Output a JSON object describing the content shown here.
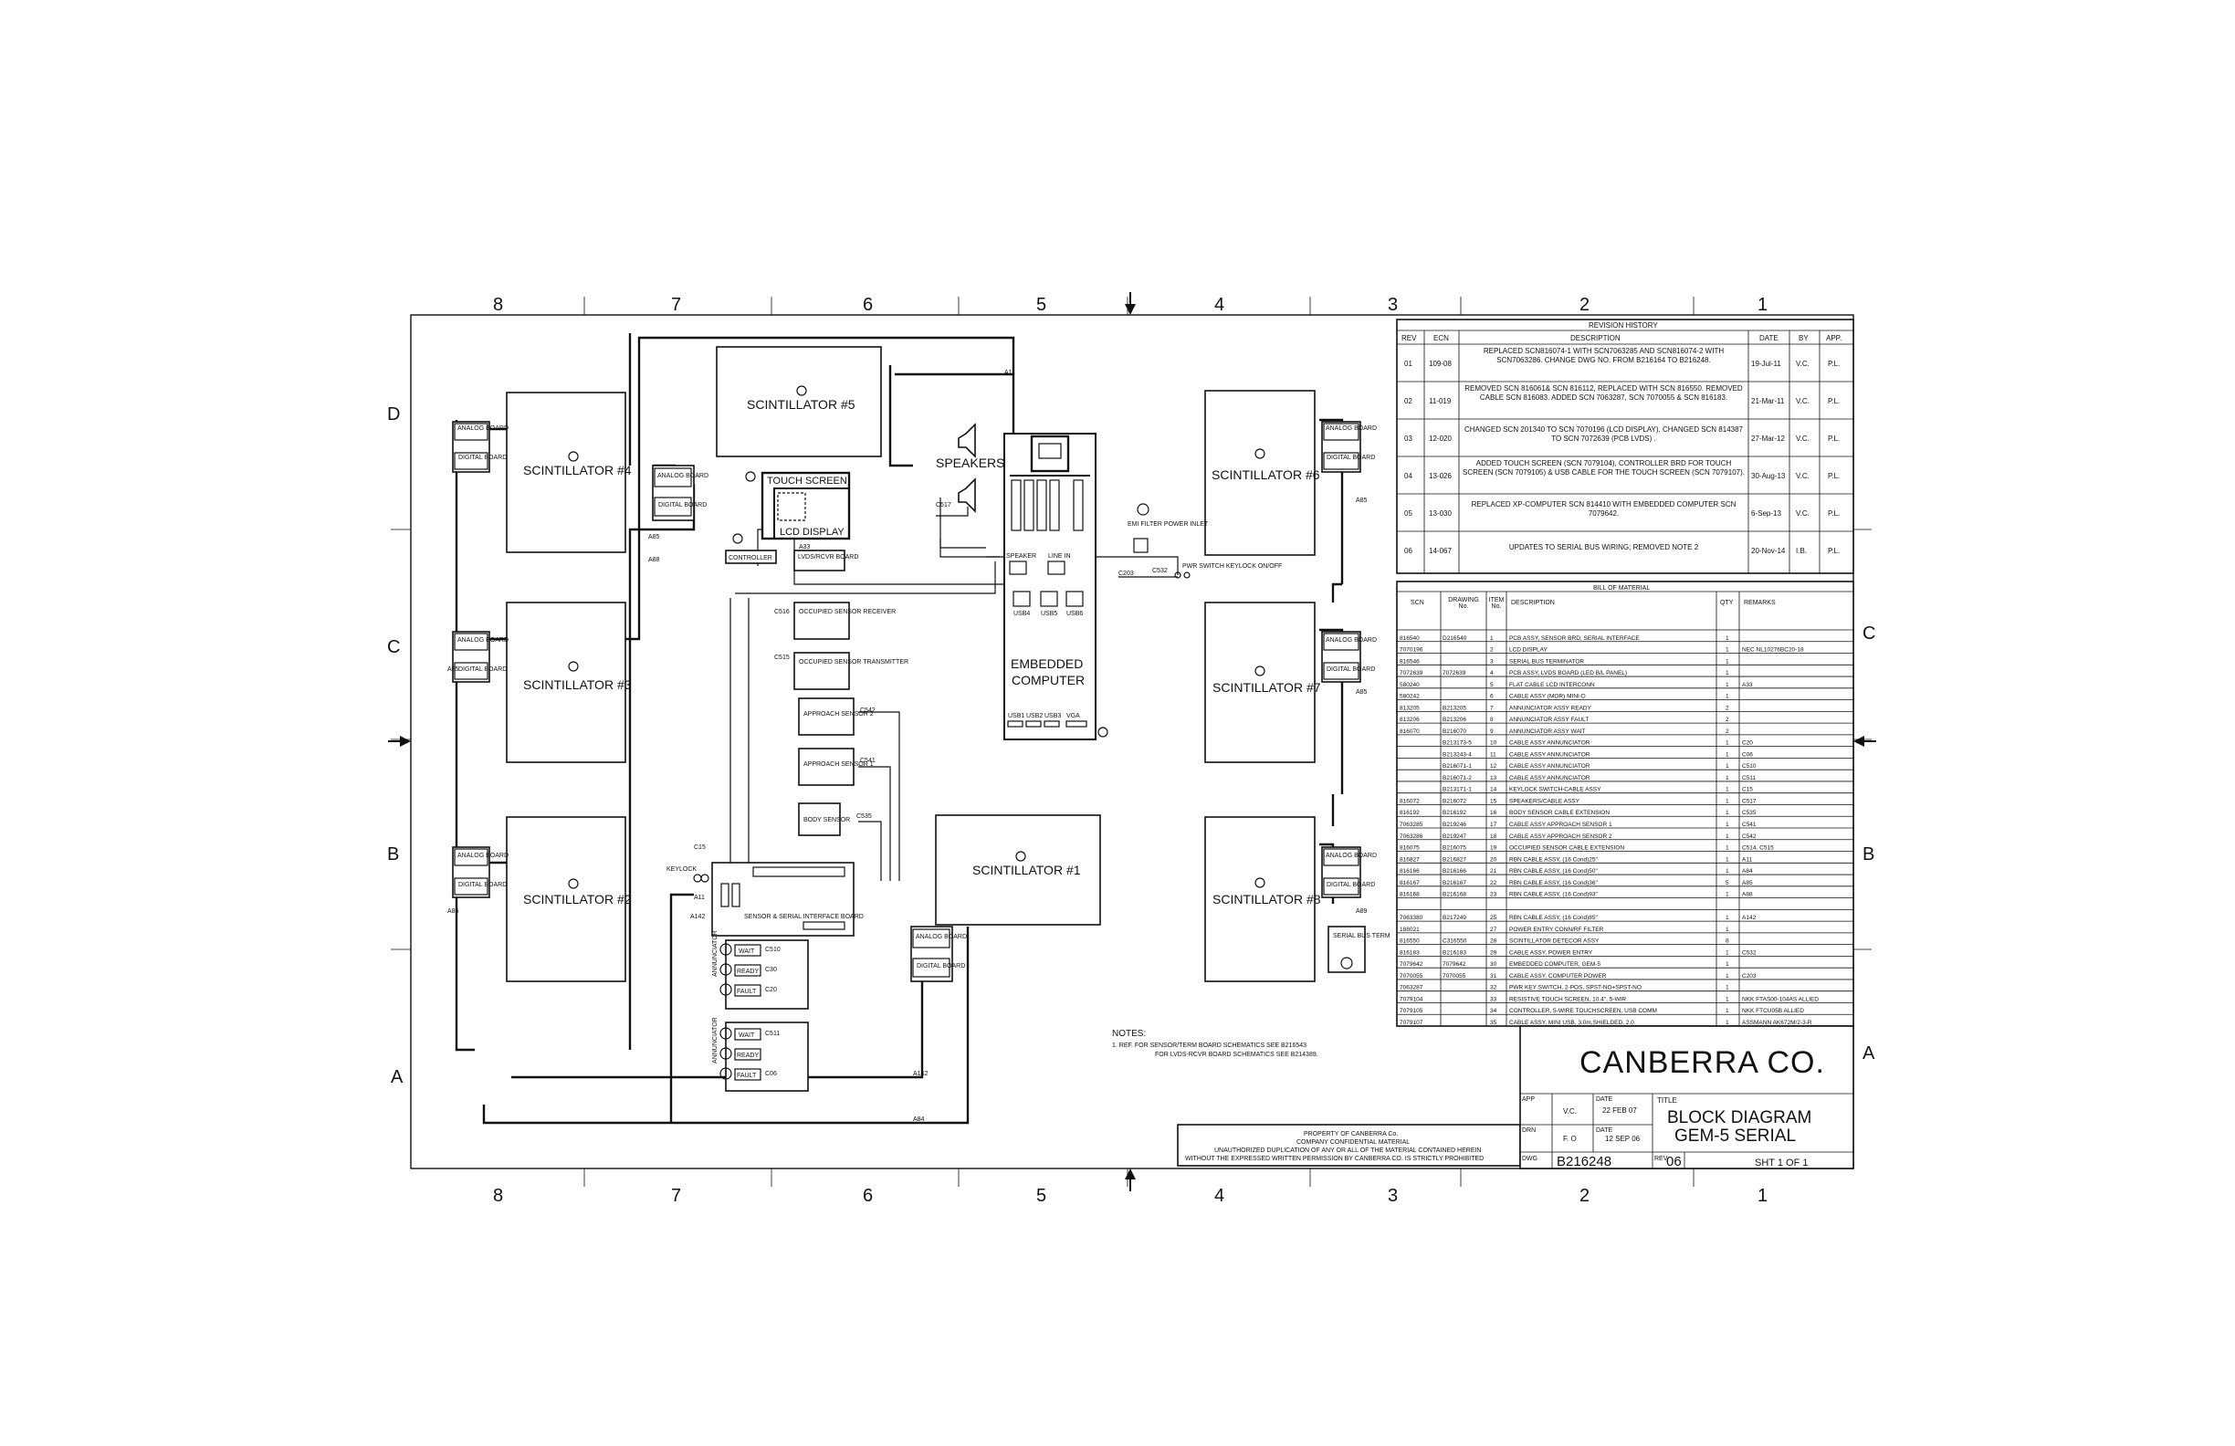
{
  "zones": {
    "cols": [
      "8",
      "7",
      "6",
      "5",
      "4",
      "3",
      "2",
      "1"
    ],
    "rows": [
      "D",
      "C",
      "B",
      "A"
    ]
  },
  "blocks": {
    "scint1": "SCINTILLATOR #1",
    "scint2": "SCINTILLATOR #2",
    "scint3": "SCINTILLATOR #3",
    "scint4": "SCINTILLATOR #4",
    "scint5": "SCINTILLATOR #5",
    "scint6": "SCINTILLATOR #6",
    "scint7": "SCINTILLATOR #7",
    "scint8": "SCINTILLATOR #8",
    "analog_board": "ANALOG BOARD",
    "digital_board": "DIGITAL BOARD",
    "touch_screen": "TOUCH SCREEN",
    "lcd_display": "LCD DISPLAY",
    "controller": "CONTROLLER",
    "lvds_board": "LVDS/RCVR BOARD",
    "speakers": "SPEAKERS",
    "embedded_computer_1": "EMBEDDED",
    "embedded_computer_2": "COMPUTER",
    "speaker_port": "SPEAKER",
    "line_in": "LINE IN",
    "usb_ports": [
      "USB4",
      "USB5",
      "USB6"
    ],
    "usb_bottom": [
      "USB1",
      "USB2",
      "USB3",
      "VGA"
    ],
    "emi_filter": "EMI FILTER POWER INLET",
    "pwr_switch": "PWR SWITCH KEYLOCK ON/OFF",
    "occ_rx": "OCCUPIED SENSOR RECEIVER",
    "occ_tx": "OCCUPIED SENSOR TRANSMITTER",
    "approach2": "APPROACH SENSOR 2",
    "approach1": "APPROACH SENSOR 1",
    "body_sensor": "BODY SENSOR",
    "keylock": "KEYLOCK",
    "sensor_board": "SENSOR & SERIAL INTERFACE BOARD",
    "serial_term": "SERIAL BUS TERM",
    "wait": "WAIT",
    "ready": "READY",
    "fault": "FAULT",
    "annunciator": "ANNUNCIATOR"
  },
  "tags": {
    "a11": "A11",
    "a33": "A33",
    "a142": "A142",
    "a84": "A84",
    "a85": "A85",
    "a86": "A86",
    "a88": "A88",
    "a89": "A89",
    "c517": "C517",
    "c15": "C15",
    "c516": "C516",
    "c515": "C515",
    "c542": "C542",
    "c541": "C541",
    "c535": "C535",
    "c532": "C532",
    "c203": "C203",
    "c510": "C510",
    "c30": "C30",
    "c20": "C20",
    "c511": "C511",
    "c06": "C06"
  },
  "revision": {
    "title": "REVISION HISTORY",
    "headers": [
      "REV",
      "ECN",
      "DESCRIPTION",
      "DATE",
      "BY",
      "APP."
    ],
    "rows": [
      {
        "rev": "01",
        "ecn": "109-08",
        "desc": "REPLACED SCN816074-1 WITH SCN7063285 AND SCN816074-2 WITH SCN7063286. CHANGE DWG NO. FROM B216164 TO B216248.",
        "date": "19-Jul-11",
        "by": "V.C.",
        "app": "P.L."
      },
      {
        "rev": "02",
        "ecn": "11-019",
        "desc": "REMOVED SCN 816061& SCN 816112, REPLACED WITH SCN 816550. REMOVED CABLE SCN 816083. ADDED SCN 7063287, SCN 7070055 & SCN 816183.",
        "date": "21-Mar-11",
        "by": "V.C.",
        "app": "P.L."
      },
      {
        "rev": "03",
        "ecn": "12-020",
        "desc": "CHANGED SCN 201340 TO SCN 7070196 (LCD DISPLAY). CHANGED SCN 814387 TO SCN 7072639 (PCB LVDS) .",
        "date": "27-Mar-12",
        "by": "V.C.",
        "app": "P.L."
      },
      {
        "rev": "04",
        "ecn": "13-026",
        "desc": "ADDED TOUCH SCREEN (SCN 7079104), CONTROLLER BRD FOR TOUCH SCREEN (SCN 7079105) & USB CABLE FOR THE TOUCH SCREEN (SCN 7079107).",
        "date": "30-Aug-13",
        "by": "V.C.",
        "app": "P.L."
      },
      {
        "rev": "05",
        "ecn": "13-030",
        "desc": "REPLACED XP-COMPUTER SCN 814410 WITH EMBEDDED COMPUTER SCN 7079642.",
        "date": "6-Sep-13",
        "by": "V.C.",
        "app": "P.L."
      },
      {
        "rev": "06",
        "ecn": "14-067",
        "desc": "UPDATES TO SERIAL BUS WIRING; REMOVED NOTE 2",
        "date": "20-Nov-14",
        "by": "I.B.",
        "app": "P.L."
      }
    ]
  },
  "bom": {
    "title": "BILL OF MATERIAL",
    "headers": [
      "SCN",
      "DRAWING No.",
      "ITEM No.",
      "DESCRIPTION",
      "QTY",
      "REMARKS"
    ],
    "rows": [
      [
        "816540",
        "D216540",
        "1",
        "PCB ASSY, SENSOR BRD, SERIAL INTERFACE",
        "1",
        ""
      ],
      [
        "7070196",
        "",
        "2",
        "LCD DISPLAY",
        "1",
        "NEC NL10276BC20-18"
      ],
      [
        "816546",
        "",
        "3",
        "SERIAL BUS TERMINATOR",
        "1",
        ""
      ],
      [
        "7072639",
        "7072639",
        "4",
        "PCB ASSY, LVDS BOARD (LED B/L PANEL)",
        "1",
        ""
      ],
      [
        "580240",
        "",
        "5",
        "FLAT CABLE LCD INTERCONN",
        "1",
        "A33"
      ],
      [
        "580242",
        "",
        "6",
        "CABLE ASSY (MOR) MINI-D",
        "1",
        ""
      ],
      [
        "813205",
        "B213205",
        "7",
        "ANNUNCIATOR ASSY READY",
        "2",
        ""
      ],
      [
        "813206",
        "B213206",
        "8",
        "ANNUNCIATOR ASSY FAULT",
        "2",
        ""
      ],
      [
        "816070",
        "B216070",
        "9",
        "ANNUNCIATOR ASSY WAIT",
        "2",
        ""
      ],
      [
        "",
        "B213173-5",
        "10",
        "CABLE ASSY ANNUNCIATOR",
        "1",
        "C20"
      ],
      [
        "",
        "B213243-4",
        "11",
        "CABLE ASSY ANNUNCIATOR",
        "1",
        "C06"
      ],
      [
        "",
        "B216071-1",
        "12",
        "CABLE ASSY ANNUNCIATOR",
        "1",
        "C510"
      ],
      [
        "",
        "B216071-2",
        "13",
        "CABLE ASSY ANNUNCIATOR",
        "1",
        "C511"
      ],
      [
        "",
        "B213171-1",
        "14",
        "KEYLOCK SWITCH-CABLE ASSY",
        "1",
        "C15"
      ],
      [
        "816072",
        "B216072",
        "15",
        "SPEAKERS/CABLE ASSY",
        "1",
        "C517"
      ],
      [
        "816192",
        "B216192",
        "16",
        "BODY SENSOR CABLE EXTENSION",
        "1",
        "C535"
      ],
      [
        "7063285",
        "B219246",
        "17",
        "CABLE ASSY APPROACH SENSOR 1",
        "1",
        "C541"
      ],
      [
        "7063286",
        "B219247",
        "18",
        "CABLE ASSY APPROACH SENSOR 2",
        "1",
        "C542"
      ],
      [
        "816075",
        "B216075",
        "19",
        "OCCUPIED SENSOR CABLE EXTENSION",
        "1",
        "C514, C515"
      ],
      [
        "816827",
        "B216827",
        "20",
        "RBN CABLE ASSY, (16 Cond)25\"",
        "1",
        "A11"
      ],
      [
        "816166",
        "B216166",
        "21",
        "RBN CABLE ASSY, (16 Cond)50\"",
        "1",
        "A84"
      ],
      [
        "816167",
        "B216167",
        "22",
        "RBN CABLE ASSY, (16 Cond)36\"",
        "5",
        "A85"
      ],
      [
        "816168",
        "B216168",
        "23",
        "RBN CABLE ASSY, (16 Cond)93\"",
        "1",
        "A88"
      ],
      [
        "",
        "",
        "",
        "",
        "",
        ""
      ],
      [
        "7063380",
        "B217249",
        "25",
        "RBN CABLE ASSY, (16 Cond)85\"",
        "1",
        "A142"
      ],
      [
        "188021",
        "",
        "27",
        "POWER ENTRY CONN/RF FILTER",
        "1",
        ""
      ],
      [
        "816550",
        "C316550",
        "28",
        "SCINTILLATOR DETECOR ASSY",
        "8",
        ""
      ],
      [
        "816183",
        "B216183",
        "29",
        "CABLE ASSY, POWER ENTRY",
        "1",
        "C532"
      ],
      [
        "7079642",
        "7079642",
        "30",
        "EMBEDDED COMPUTER, GEM-5",
        "1",
        ""
      ],
      [
        "7070055",
        "7070055",
        "31",
        "CABLE ASSY, COMPUTER POWER",
        "1",
        "C203"
      ],
      [
        "7063287",
        "",
        "32",
        "PWR KEY SWITCH, 2-POS, SPST-NO+SPST-NO",
        "1",
        ""
      ],
      [
        "7079104",
        "",
        "33",
        "RESISTIVE TOUCH SCREEN, 10.4\", 5-WIR",
        "1",
        "NKK FTAS00-104AS ALLIED"
      ],
      [
        "7079105",
        "",
        "34",
        "CONTROLLER, 5-WIRE TOUCHSCREEN, USB COMM",
        "1",
        "NKK FTCU05B ALLIED"
      ],
      [
        "7079107",
        "",
        "35",
        "CABLE ASSY, MINI USB, 3.0m,SHIELDED, 2.0",
        "1",
        "ASSMANN AK672M/2-3-R"
      ]
    ]
  },
  "notes": {
    "title": "NOTES:",
    "line1": "1.    REF. FOR SENSOR/TERM BOARD SCHEMATICS SEE B216543",
    "line2": "FOR LVDS-RCVR BOARD SCHEMATICS SEE B214389."
  },
  "property": {
    "l1": "PROPERTY OF CANBERRA Co.",
    "l2": "COMPANY CONFIDENTIAL MATERIAL",
    "l3": "UNAUTHORIZED DUPLICATION OF ANY OR ALL OF THE MATERIAL CONTAINED HEREIN",
    "l4": "WITHOUT THE EXPRESSED WRITTEN PERMISSION BY CANBERRA CO. IS STRICTLY PROHIBITED"
  },
  "title_block": {
    "company": "CANBERRA CO.",
    "app_label": "APP",
    "app_val": "V.C.",
    "drn_label": "DRN",
    "drn_val": "F. O",
    "date_label": "DATE",
    "date1": "22 FEB 07",
    "date2": "12 SEP 06",
    "title_label": "TITLE",
    "title1": "BLOCK DIAGRAM",
    "title2": "GEM-5 SERIAL",
    "dwg_label": "DWG",
    "dwg_no": "B216248",
    "rev_label": "REV",
    "rev_val": "06",
    "sht": "SHT  1 OF 1"
  }
}
